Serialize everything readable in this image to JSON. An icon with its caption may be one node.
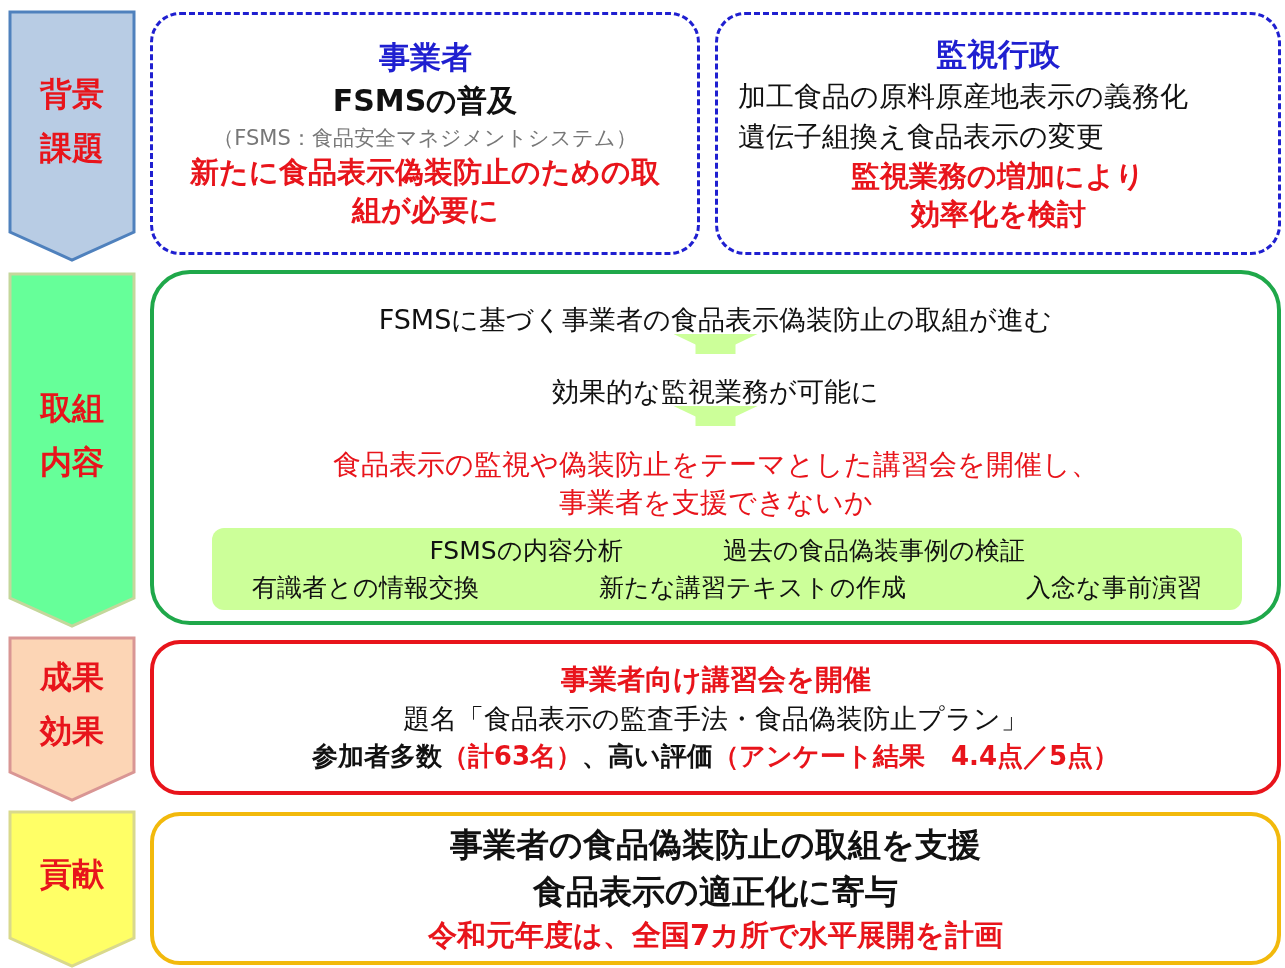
{
  "diagram": {
    "nodes": [
      {
        "text": [
          "背景課題"
        ]
      },
      {
        "text": [
          "事業者",
          "FSMSの普及",
          "（FSMS：食品安全マネジメントシステム）",
          "新たに食品表示偽装防止のための取組が必要に"
        ]
      },
      {
        "text": [
          "監視行政",
          "加工食品の原料原産地表示の義務化",
          "遺伝子組換え食品表示の変更",
          "監視業務の増加により効率化を検討"
        ]
      },
      {
        "text": [
          "取組内容"
        ]
      },
      {
        "text": [],
        "shape": "box"
      },
      {
        "text": [
          "FSMSに基づく事業者の食品表示偽装防止の取組が進む"
        ],
        "in": 4
      },
      {
        "text": [
          "効果的な監視業務が可能に"
        ],
        "in": 4
      },
      {
        "text": [
          "食品表示の監視や偽装防止をテーマとした講習会を開催し、事業者を支援できないか"
        ],
        "in": 4
      },
      {
        "text": [
          "FSMSの内容分析",
          "過去の食品偽装事例の検証",
          "有識者との情報交換",
          "新たな講習テキストの作成",
          "入念な事前演習"
        ],
        "in": 4
      },
      {
        "text": [
          "成果効果"
        ]
      },
      {
        "text": [
          "事業者向け講習会を開催",
          "題名「食品表示の監査手法・食品偽装防止プラン」",
          "参加者多数**（計63名）**、高い評価**（アンケート結果　4.4点／5点）**"
        ]
      },
      {
        "text": [
          "貢献"
        ]
      },
      {
        "text": [
          "事業者の食品偽装防止の取組を支援",
          "食品表示の適正化に寄与",
          "令和元年度は、全国7カ所で水平展開を計画"
        ]
      }
    ],
    "edges": [
      {
        "from": 5,
        "to": 6,
        "arrow": "to"
      },
      {
        "from": 6,
        "to": 7,
        "arrow": "to"
      }
    ]
  }
}
